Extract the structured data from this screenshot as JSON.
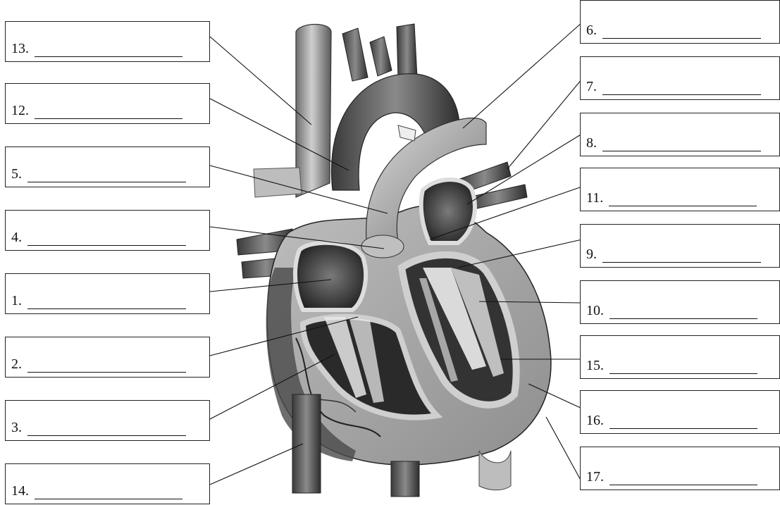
{
  "labels_left": [
    {
      "id": "13",
      "text": "13."
    },
    {
      "id": "12",
      "text": "12."
    },
    {
      "id": "5",
      "text": "5."
    },
    {
      "id": "4",
      "text": "4."
    },
    {
      "id": "1",
      "text": "1."
    },
    {
      "id": "2",
      "text": "2."
    },
    {
      "id": "3",
      "text": "3."
    },
    {
      "id": "14",
      "text": "14."
    }
  ],
  "labels_right": [
    {
      "id": "6",
      "text": "6."
    },
    {
      "id": "7",
      "text": "7."
    },
    {
      "id": "8",
      "text": "8."
    },
    {
      "id": "11",
      "text": "11."
    },
    {
      "id": "9",
      "text": "9."
    },
    {
      "id": "10",
      "text": "10."
    },
    {
      "id": "15",
      "text": "15."
    },
    {
      "id": "16",
      "text": "16."
    },
    {
      "id": "17",
      "text": "17."
    }
  ]
}
